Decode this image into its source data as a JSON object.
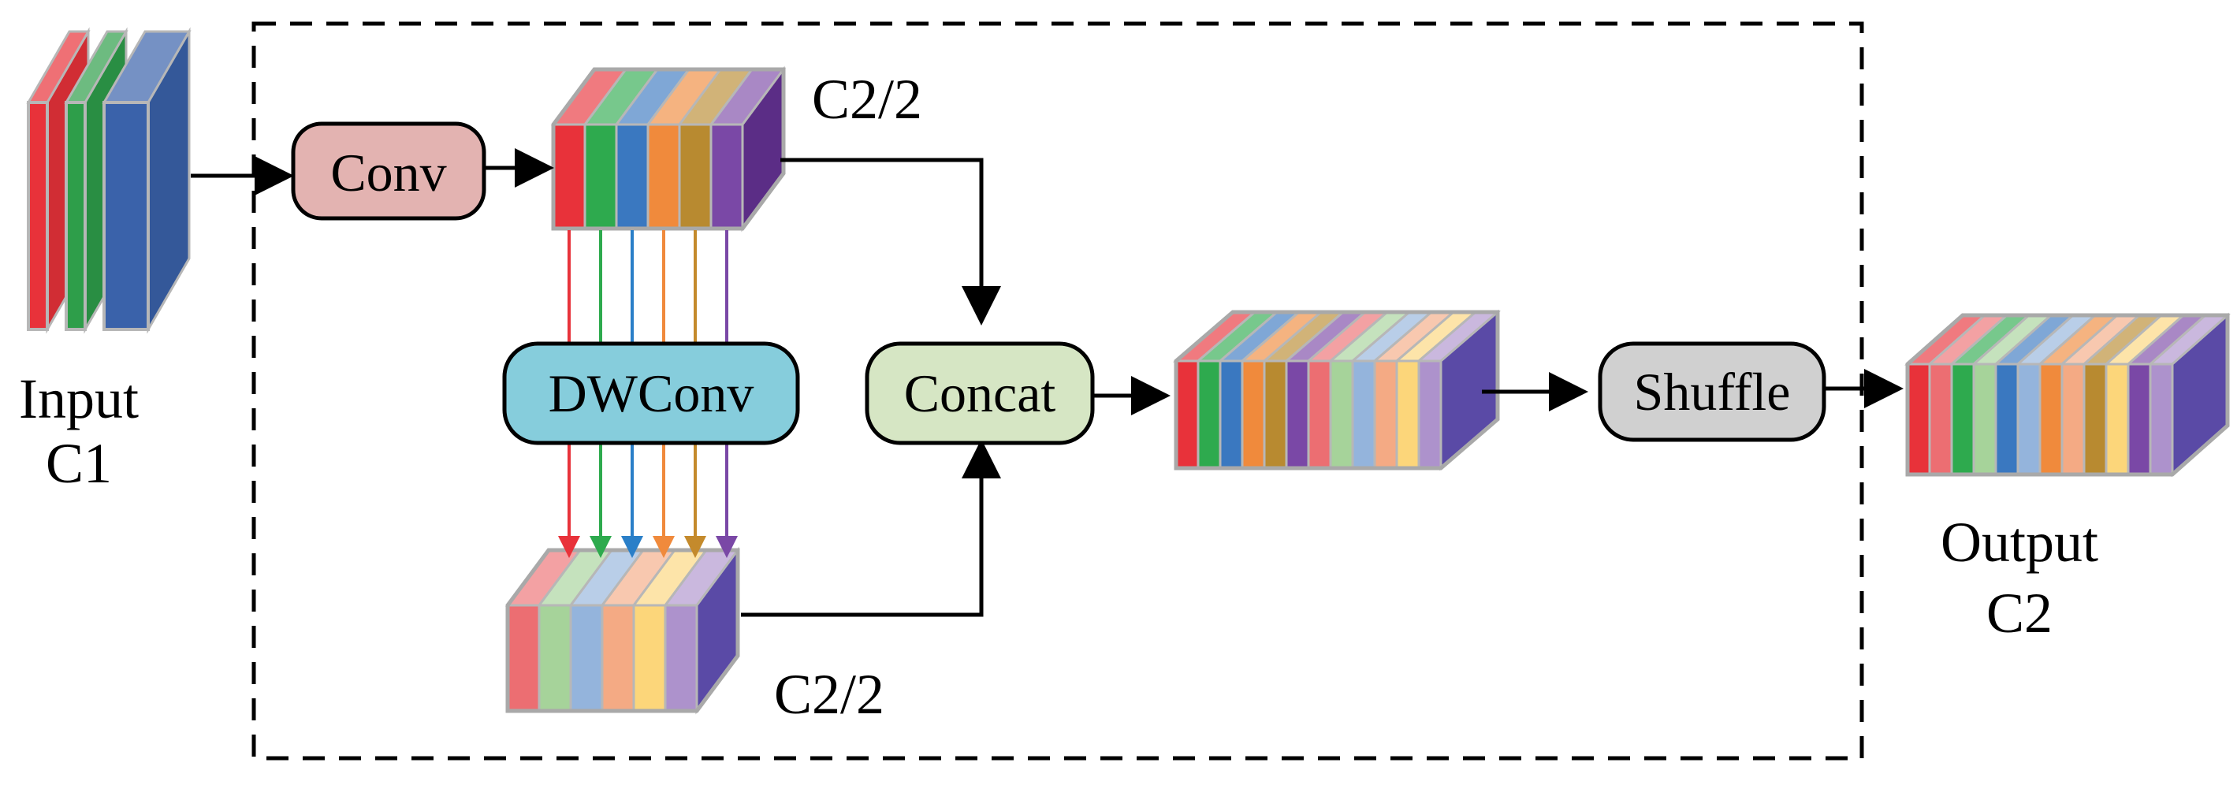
{
  "input": {
    "label_line1": "Input",
    "label_line2": "C1",
    "colors": [
      "#e8323a",
      "#2e9e4a",
      "#3a62aa"
    ]
  },
  "nodes": {
    "conv": {
      "label": "Conv",
      "fill": "#e3b3b1"
    },
    "dwconv": {
      "label": "DWConv",
      "fill": "#86cddc"
    },
    "concat": {
      "label": "Concat",
      "fill": "#d6e6c4"
    },
    "shuffle": {
      "label": "Shuffle",
      "fill": "#d0d0d0"
    }
  },
  "stacks": {
    "conv_out": {
      "label": "C2/2",
      "colors": [
        "#e8323a",
        "#2eaa4e",
        "#3a78c0",
        "#f08a3c",
        "#b88a30",
        "#7a48a6"
      ],
      "back": "#5b2d86"
    },
    "dw_out": {
      "label": "C2/2",
      "colors": [
        "#ec6e72",
        "#a6d39a",
        "#94b4dc",
        "#f4aa84",
        "#fcd67a",
        "#ad92cc"
      ],
      "back": "#5a4aa6"
    },
    "concat_out": {
      "colors": [
        "#e8323a",
        "#2eaa4e",
        "#3a78c0",
        "#f08a3c",
        "#b88a30",
        "#7a48a6",
        "#ec6e72",
        "#a6d39a",
        "#94b4dc",
        "#f4aa84",
        "#fcd67a",
        "#ad92cc"
      ],
      "back": "#5a4aa6"
    },
    "output": {
      "label_line1": "Output",
      "label_line2": "C2",
      "colors": [
        "#e8323a",
        "#ec6e72",
        "#2eaa4e",
        "#a6d39a",
        "#3a78c0",
        "#94b4dc",
        "#f08a3c",
        "#f4aa84",
        "#b88a30",
        "#fcd67a",
        "#7a48a6",
        "#ad92cc"
      ],
      "back": "#5a4aa6"
    }
  },
  "dw_arrow_colors": [
    "#e8323a",
    "#2eaa4e",
    "#2a7fc8",
    "#f08a3c",
    "#c48a2c",
    "#7a48a6"
  ]
}
